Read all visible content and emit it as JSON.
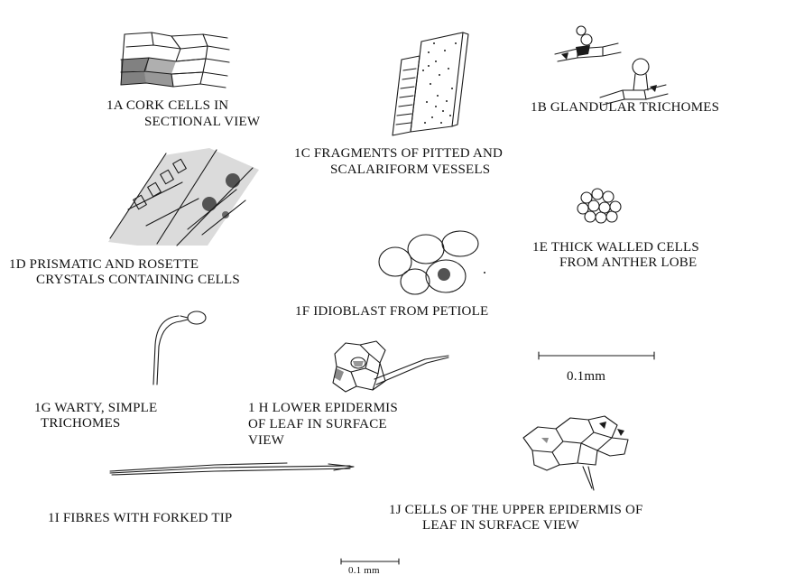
{
  "labels": {
    "l1a_1": "1A CORK CELLS IN",
    "l1a_2": "SECTIONAL VIEW",
    "l1b": "1B GLANDULAR TRICHOMES",
    "l1c_1": "1C FRAGMENTS OF PITTED AND",
    "l1c_2": "SCALARIFORM VESSELS",
    "l1d_1": "1D PRISMATIC AND ROSETTE",
    "l1d_2": "CRYSTALS CONTAINING CELLS",
    "l1e_1": "1E THICK WALLED CELLS",
    "l1e_2": "FROM ANTHER LOBE",
    "l1f": "1F IDIOBLAST FROM PETIOLE",
    "l1g_1": "1G WARTY, SIMPLE",
    "l1g_2": "TRICHOMES",
    "l1h_1": "1 H LOWER EPIDERMIS",
    "l1h_2": "OF LEAF IN SURFACE",
    "l1h_3": "VIEW",
    "l1i": "1I FIBRES WITH FORKED TIP",
    "l1j_1": "1J CELLS OF THE UPPER EPIDERMIS OF",
    "l1j_2": "LEAF IN SURFACE VIEW"
  },
  "scale_bars": {
    "main": "0.1mm",
    "bottom": "0.1 mm"
  }
}
